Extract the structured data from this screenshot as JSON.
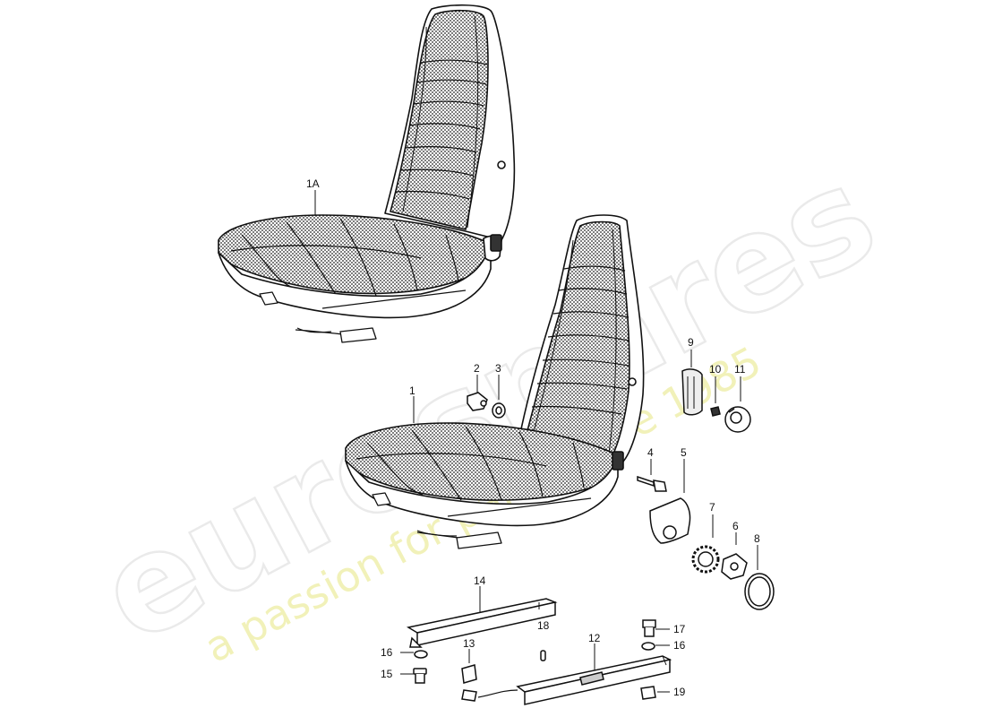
{
  "labels": [
    {
      "id": "1A",
      "text": "1A"
    },
    {
      "id": "1",
      "text": "1"
    },
    {
      "id": "2",
      "text": "2"
    },
    {
      "id": "3",
      "text": "3"
    },
    {
      "id": "4",
      "text": "4"
    },
    {
      "id": "5",
      "text": "5"
    },
    {
      "id": "6",
      "text": "6"
    },
    {
      "id": "7",
      "text": "7"
    },
    {
      "id": "8",
      "text": "8"
    },
    {
      "id": "9",
      "text": "9"
    },
    {
      "id": "10",
      "text": "10"
    },
    {
      "id": "11",
      "text": "11"
    },
    {
      "id": "12",
      "text": "12"
    },
    {
      "id": "13",
      "text": "13"
    },
    {
      "id": "14",
      "text": "14"
    },
    {
      "id": "15",
      "text": "15"
    },
    {
      "id": "16a",
      "text": "16"
    },
    {
      "id": "16b",
      "text": "16"
    },
    {
      "id": "17",
      "text": "17"
    },
    {
      "id": "18",
      "text": "18"
    },
    {
      "id": "19",
      "text": "19"
    }
  ],
  "watermark": {
    "brand": "eurospares",
    "tagline": "a passion for parts since 1985"
  },
  "colors": {
    "line": "#111111",
    "watermark_brand": "#d9d9d9",
    "watermark_tagline": "#ecec9c"
  }
}
